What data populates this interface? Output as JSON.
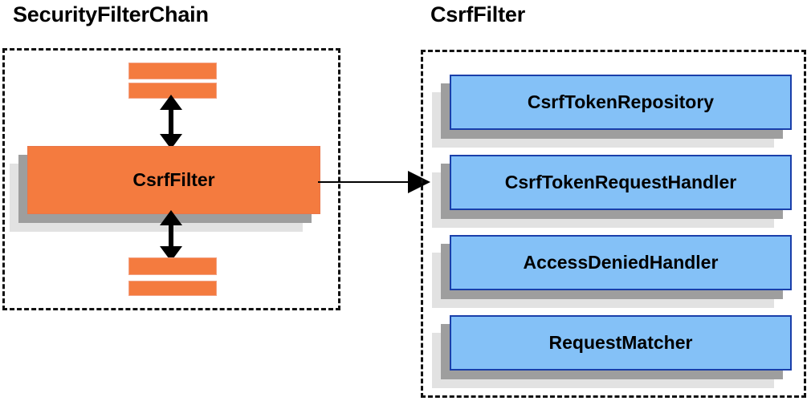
{
  "diagram": {
    "type": "component-relationship-diagram",
    "background_color": "#ffffff",
    "panels": [
      {
        "id": "security-filter-chain",
        "title": "SecurityFilterChain",
        "border_style": "dashed",
        "border_color": "#111111",
        "nodes": [
          {
            "id": "csrffilter-node",
            "label": "CsrfFilter",
            "color": "#f47b3f",
            "shadow_colors": [
              "#9e9e9e",
              "#e2e2e2"
            ]
          }
        ],
        "placeholder_bars": {
          "count": 4,
          "color": "#f47b3f",
          "description": "unlabeled filter placeholders above and below CsrfFilter"
        }
      },
      {
        "id": "csrf-filter",
        "title": "CsrfFilter",
        "border_style": "dashed",
        "border_color": "#111111",
        "nodes": [
          {
            "id": "csrftokenrepository-node",
            "label": "CsrfTokenRepository",
            "color": "#84c1f7",
            "border_color": "#1a3faa",
            "shadow_colors": [
              "#9e9e9e",
              "#e2e2e2"
            ]
          },
          {
            "id": "csrftokenrequesthandler-node",
            "label": "CsrfTokenRequestHandler",
            "color": "#84c1f7",
            "border_color": "#1a3faa",
            "shadow_colors": [
              "#9e9e9e",
              "#e2e2e2"
            ]
          },
          {
            "id": "accessdeniedhandler-node",
            "label": "AccessDeniedHandler",
            "color": "#84c1f7",
            "border_color": "#1a3faa",
            "shadow_colors": [
              "#9e9e9e",
              "#e2e2e2"
            ]
          },
          {
            "id": "requestmatcher-node",
            "label": "RequestMatcher",
            "color": "#84c1f7",
            "border_color": "#1a3faa",
            "shadow_colors": [
              "#9e9e9e",
              "#e2e2e2"
            ]
          }
        ]
      }
    ],
    "connectors": [
      {
        "id": "chain-above-csrffilter",
        "style": "double-headed-vertical-arrow",
        "color": "#000000",
        "from": "filter-placeholder-above",
        "to": "csrffilter-node"
      },
      {
        "id": "chain-below-csrffilter",
        "style": "double-headed-vertical-arrow",
        "color": "#000000",
        "from": "csrffilter-node",
        "to": "filter-placeholder-below"
      },
      {
        "id": "csrffilter-expands-to-detail",
        "style": "single-headed-horizontal-arrow",
        "color": "#000000",
        "from": "csrffilter-node",
        "to": "csrf-filter-panel"
      }
    ]
  }
}
